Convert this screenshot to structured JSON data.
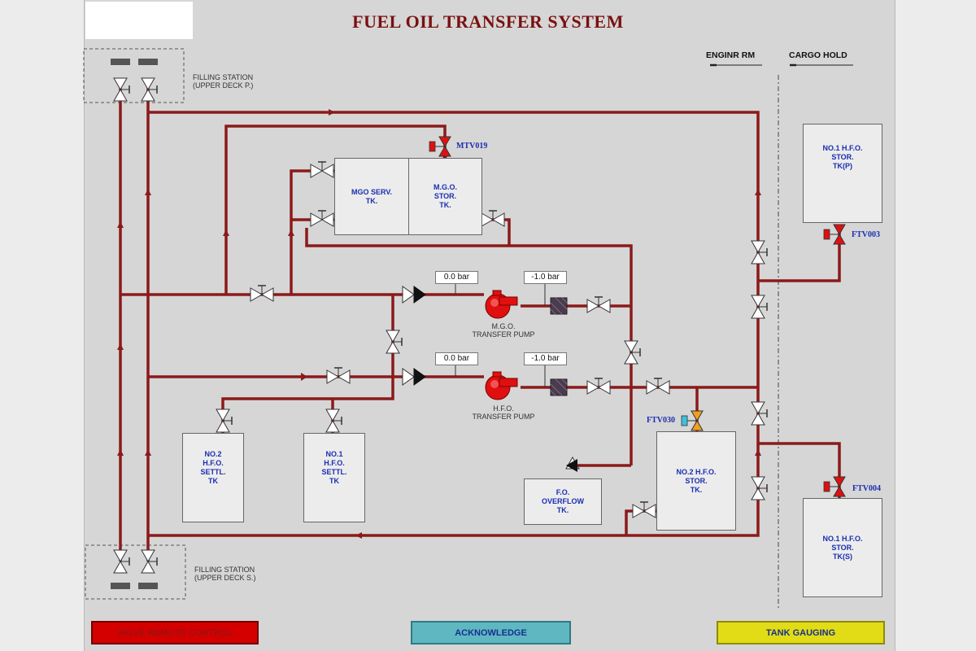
{
  "title": "FUEL OIL TRANSFER SYSTEM",
  "headers": {
    "engine_room": "ENGINR RM",
    "cargo_hold": "CARGO HOLD"
  },
  "filling_stations": {
    "port": [
      "FILLING STATION",
      "(UPPER DECK P.)"
    ],
    "stbd": [
      "FILLING STATION",
      "(UPPER DECK S.)"
    ]
  },
  "tanks": {
    "mgo_serv": "MGO SERV.\nTK.",
    "mgo_stor": "M.G.O.\nSTOR.\nTK.",
    "no1_hfo_stor_p": "NO.1 H.F.O.\nSTOR.\nTK(P)",
    "no1_hfo_stor_s": "NO.1 H.F.O.\nSTOR.\nTK(S)",
    "no2_hfo_settl": "NO.2\nH.F.O.\nSETTL.\nTK",
    "no1_hfo_settl": "NO.1\nH.F.O.\nSETTL.\nTK",
    "fo_overflow": "F.O.\nOVERFLOW\nTK.",
    "no2_hfo_stor": "NO.2 H.F.O.\nSTOR.\nTK."
  },
  "valve_tags": {
    "mtv019": "MTV019",
    "ftv003": "FTV003",
    "ftv004": "FTV004",
    "ftv030": "FTV030"
  },
  "pumps": {
    "mgo": {
      "label": [
        "M.G.O.",
        "TRANSFER PUMP"
      ],
      "discharge": "0.0 bar",
      "suction": "-1.0 bar"
    },
    "hfo": {
      "label": [
        "H.F.O.",
        "TRANSFER PUMP"
      ],
      "discharge": "0.0 bar",
      "suction": "-1.0 bar"
    }
  },
  "buttons": {
    "valve_remote": "VALVE REMOTE CONTROL",
    "acknowledge": "ACKNOWLEDGE",
    "tank_gauging": "TANK GAUGING"
  },
  "colors": {
    "pipe": "#8b1a1a",
    "alarm_red": "#d40000",
    "ack_teal": "#5fb7c1",
    "gauge_yellow": "#e2dc17",
    "tag_blue": "#1a2eb0"
  }
}
